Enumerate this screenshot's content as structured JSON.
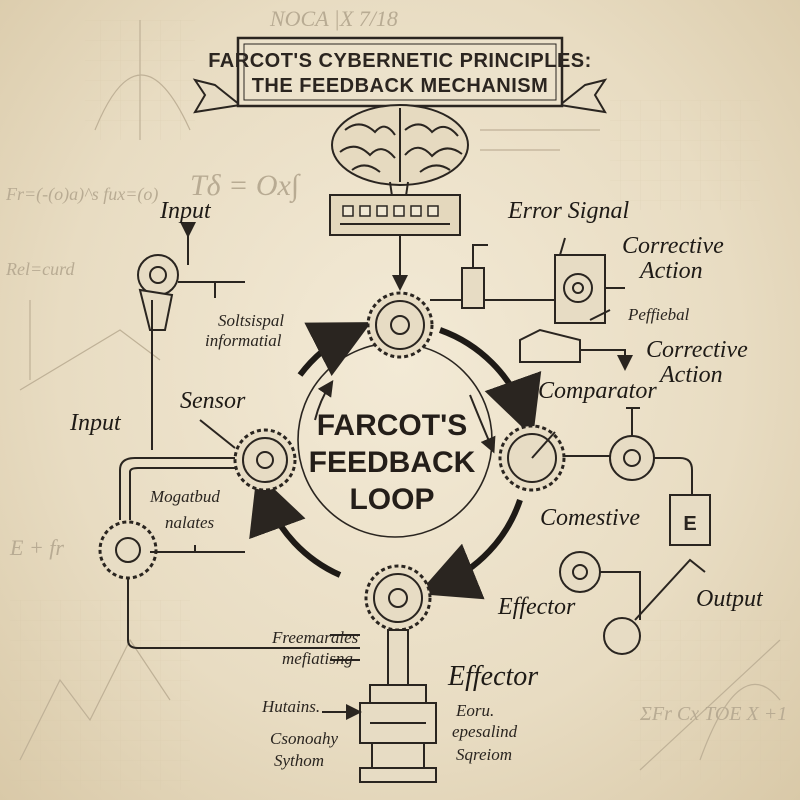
{
  "title": {
    "line1": "FARCOT'S CYBERNETIC PRINCIPLES:",
    "line2": "THE FEEDBACK MECHANISM"
  },
  "center": {
    "line1": "FARCOT'S",
    "line2": "FEEDBACK",
    "line3": "LOOP"
  },
  "labels": {
    "input_top": "Input",
    "input_left": "Input",
    "sensor": "Sensor",
    "error_signal": "Error Signal",
    "corrective_action_1_l1": "Corrective",
    "corrective_action_1_l2": "Action",
    "corrective_action_2_l1": "Corrective",
    "corrective_action_2_l2": "Action",
    "peffiebal": "Peffiebal",
    "comparator": "Comparator",
    "comestive": "Comestive",
    "effector_right": "Effector",
    "effector_bottom": "Effector",
    "output": "Output",
    "soltsispal_l1": "Soltsispal",
    "soltsispal_l2": "informatial",
    "mogatbud_l1": "Mogatbud",
    "mogatbud_l2": "nalates",
    "freemarales_l1": "Freemarales",
    "freemarales_l2": "mefiatisng",
    "hutains": "Hutains.",
    "csonoahy_l1": "Csonoahy",
    "csonoahy_l2": "Sythom",
    "eoru_l1": "Eoru.",
    "eoru_l2": "epesalind",
    "eoru_l3": "Sqreiom",
    "gauge_letter": "E"
  },
  "background_scribbles": {
    "top_formula": "NOCA |X 7/18",
    "left_formula": "Fr=(-(o)a)^s fux=(o)",
    "mid_formula": "Tδ = Ox∫",
    "left_note": "Rel=curd",
    "bottom_formula": "ΣFr Cx TOE X +1",
    "left_bottom": "E + fr"
  },
  "colors": {
    "ink": "#2a2520",
    "paper": "#ede3cc",
    "faint": "#bfb197"
  }
}
